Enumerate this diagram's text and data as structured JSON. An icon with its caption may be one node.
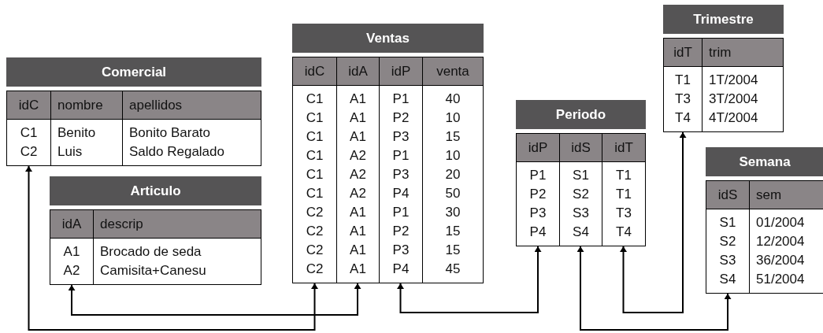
{
  "diagram": {
    "nodes": [
      {
        "text": [
          "Comercial"
        ]
      },
      {
        "text": [
          "idC",
          "C1",
          "C2"
        ],
        "in": 0
      },
      {
        "text": [
          "nombre",
          "Benito",
          "Luis"
        ],
        "in": 0
      },
      {
        "text": [
          "apellidos",
          "Bonito Barato",
          "Saldo Regalado"
        ],
        "in": 0
      },
      {
        "text": [
          "Articulo"
        ]
      },
      {
        "text": [
          "idA",
          "A1",
          "A2"
        ],
        "in": 4
      },
      {
        "text": [
          "descrip",
          "Brocado de seda",
          "Camisita+Canesu"
        ],
        "in": 4
      },
      {
        "text": [
          "Ventas"
        ]
      },
      {
        "text": [
          "idC",
          "C1 C1 C1 C1 C1 C1 C2 C2 C2 C2"
        ],
        "in": 7
      },
      {
        "text": [
          "idA",
          "A1 A1 A1 A2 A2 A2 A1 A1 A1 A1"
        ],
        "in": 7
      },
      {
        "text": [
          "idP",
          "P1 P2 P3 P1 P3 P4 P1 P2 P3 P4"
        ],
        "in": 7
      },
      {
        "text": [
          "venta",
          "40 10 15 10 20 50 30 15 15 45"
        ],
        "in": 7
      },
      {
        "text": [
          "Periodo"
        ]
      },
      {
        "text": [
          "idP",
          "P1",
          "P2",
          "P3",
          "P4"
        ],
        "in": 12
      },
      {
        "text": [
          "idS",
          "S1",
          "S2",
          "S3",
          "S4"
        ],
        "in": 12
      },
      {
        "text": [
          "idT",
          "T1",
          "T1",
          "T3",
          "T4"
        ],
        "in": 12
      },
      {
        "text": [
          "Trimestre"
        ]
      },
      {
        "text": [
          "idT",
          "T1",
          "T3",
          "T4"
        ],
        "in": 16
      },
      {
        "text": [
          "trim",
          "1T/2004",
          "3T/2004",
          "4T/2004"
        ],
        "in": 16
      },
      {
        "text": [
          "Semana"
        ]
      },
      {
        "text": [
          "idS",
          "S1",
          "S2",
          "S3",
          "S4"
        ],
        "in": 19
      },
      {
        "text": [
          "sem",
          "01/2004",
          "12/2004",
          "36/2004",
          "51/2004"
        ],
        "in": 19
      }
    ],
    "edges": [
      {
        "from": 1,
        "to": 8,
        "arrow": "both"
      },
      {
        "from": 5,
        "to": 9,
        "arrow": "both"
      },
      {
        "from": 10,
        "to": 13,
        "arrow": "both"
      },
      {
        "from": 14,
        "to": 20,
        "arrow": "both"
      },
      {
        "from": 15,
        "to": 17,
        "arrow": "both"
      }
    ]
  }
}
